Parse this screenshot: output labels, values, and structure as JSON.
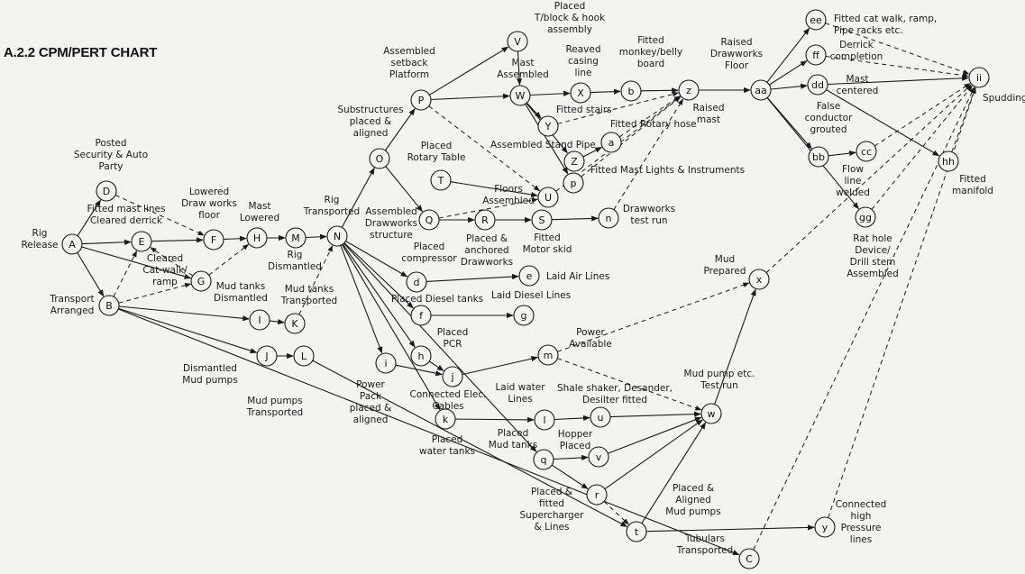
{
  "title": "A.2.2 CPM/PERT CHART",
  "nodes": [
    {
      "id": "A",
      "label": "A"
    },
    {
      "id": "B",
      "label": "B"
    },
    {
      "id": "D",
      "label": "D"
    },
    {
      "id": "E",
      "label": "E"
    },
    {
      "id": "G",
      "label": "G"
    },
    {
      "id": "F",
      "label": "F"
    },
    {
      "id": "H",
      "label": "H"
    },
    {
      "id": "M",
      "label": "M"
    },
    {
      "id": "N",
      "label": "N"
    },
    {
      "id": "I",
      "label": "I"
    },
    {
      "id": "K",
      "label": "K"
    },
    {
      "id": "J",
      "label": "J"
    },
    {
      "id": "L",
      "label": "L"
    },
    {
      "id": "O",
      "label": "O"
    },
    {
      "id": "P",
      "label": "P"
    },
    {
      "id": "V",
      "label": "V"
    },
    {
      "id": "W",
      "label": "W"
    },
    {
      "id": "X",
      "label": "X"
    },
    {
      "id": "Y",
      "label": "Y"
    },
    {
      "id": "Z",
      "label": "Z"
    },
    {
      "id": "b",
      "label": "b"
    },
    {
      "id": "z",
      "label": "z"
    },
    {
      "id": "a",
      "label": "a"
    },
    {
      "id": "p",
      "label": "p"
    },
    {
      "id": "T",
      "label": "T"
    },
    {
      "id": "Q",
      "label": "Q"
    },
    {
      "id": "R",
      "label": "R"
    },
    {
      "id": "S",
      "label": "S"
    },
    {
      "id": "U",
      "label": "U"
    },
    {
      "id": "n",
      "label": "n"
    },
    {
      "id": "d",
      "label": "d"
    },
    {
      "id": "e",
      "label": "e"
    },
    {
      "id": "f",
      "label": "f"
    },
    {
      "id": "g",
      "label": "g"
    },
    {
      "id": "i",
      "label": "i"
    },
    {
      "id": "h",
      "label": "h"
    },
    {
      "id": "j",
      "label": "j"
    },
    {
      "id": "m",
      "label": "m"
    },
    {
      "id": "k",
      "label": "k"
    },
    {
      "id": "l",
      "label": "l"
    },
    {
      "id": "u",
      "label": "u"
    },
    {
      "id": "q",
      "label": "q"
    },
    {
      "id": "v",
      "label": "v"
    },
    {
      "id": "r",
      "label": "r"
    },
    {
      "id": "t",
      "label": "t"
    },
    {
      "id": "w",
      "label": "w"
    },
    {
      "id": "x",
      "label": "x"
    },
    {
      "id": "y",
      "label": "y"
    },
    {
      "id": "C",
      "label": "C"
    },
    {
      "id": "aa",
      "label": "aa"
    },
    {
      "id": "ee",
      "label": "ee"
    },
    {
      "id": "ff",
      "label": "ff"
    },
    {
      "id": "dd",
      "label": "dd"
    },
    {
      "id": "bb",
      "label": "bb"
    },
    {
      "id": "cc",
      "label": "cc"
    },
    {
      "id": "gg",
      "label": "gg"
    },
    {
      "id": "hh",
      "label": "hh"
    },
    {
      "id": "ii",
      "label": "ii"
    }
  ],
  "edges": [
    {
      "from": "A",
      "to": "E",
      "style": "solid"
    },
    {
      "from": "A",
      "to": "D",
      "style": "solid"
    },
    {
      "from": "A",
      "to": "G",
      "style": "solid"
    },
    {
      "from": "A",
      "to": "B",
      "style": "solid"
    },
    {
      "from": "D",
      "to": "F",
      "style": "dashed"
    },
    {
      "from": "E",
      "to": "F",
      "style": "solid"
    },
    {
      "from": "G",
      "to": "E",
      "style": "dashed"
    },
    {
      "from": "B",
      "to": "E",
      "style": "dashed"
    },
    {
      "from": "B",
      "to": "G",
      "style": "dashed"
    },
    {
      "from": "G",
      "to": "H",
      "style": "dashed"
    },
    {
      "from": "F",
      "to": "H",
      "style": "solid"
    },
    {
      "from": "H",
      "to": "M",
      "style": "solid"
    },
    {
      "from": "M",
      "to": "N",
      "style": "solid"
    },
    {
      "from": "B",
      "to": "I",
      "style": "solid"
    },
    {
      "from": "B",
      "to": "J",
      "style": "solid"
    },
    {
      "from": "I",
      "to": "K",
      "style": "solid"
    },
    {
      "from": "J",
      "to": "L",
      "style": "solid"
    },
    {
      "from": "K",
      "to": "N",
      "style": "dashed"
    },
    {
      "from": "N",
      "to": "O",
      "style": "solid"
    },
    {
      "from": "O",
      "to": "P",
      "style": "solid"
    },
    {
      "from": "P",
      "to": "V",
      "style": "solid"
    },
    {
      "from": "P",
      "to": "W",
      "style": "solid"
    },
    {
      "from": "V",
      "to": "W",
      "style": "solid"
    },
    {
      "from": "W",
      "to": "X",
      "style": "solid"
    },
    {
      "from": "X",
      "to": "b",
      "style": "solid"
    },
    {
      "from": "b",
      "to": "z",
      "style": "solid"
    },
    {
      "from": "W",
      "to": "Y",
      "style": "solid"
    },
    {
      "from": "W",
      "to": "Z",
      "style": "solid"
    },
    {
      "from": "W",
      "to": "p",
      "style": "solid"
    },
    {
      "from": "Y",
      "to": "z",
      "style": "dashed"
    },
    {
      "from": "Z",
      "to": "a",
      "style": "solid"
    },
    {
      "from": "a",
      "to": "z",
      "style": "dashed"
    },
    {
      "from": "p",
      "to": "z",
      "style": "dashed"
    },
    {
      "from": "P",
      "to": "U",
      "style": "dashed"
    },
    {
      "from": "U",
      "to": "z",
      "style": "dashed"
    },
    {
      "from": "n",
      "to": "z",
      "style": "dashed"
    },
    {
      "from": "z",
      "to": "aa",
      "style": "solid"
    },
    {
      "from": "O",
      "to": "Q",
      "style": "solid"
    },
    {
      "from": "T",
      "to": "U",
      "style": "solid"
    },
    {
      "from": "Q",
      "to": "R",
      "style": "solid"
    },
    {
      "from": "R",
      "to": "S",
      "style": "solid"
    },
    {
      "from": "S",
      "to": "n",
      "style": "solid"
    },
    {
      "from": "Q",
      "to": "U",
      "style": "dashed"
    },
    {
      "from": "N",
      "to": "d",
      "style": "solid"
    },
    {
      "from": "d",
      "to": "e",
      "style": "solid"
    },
    {
      "from": "N",
      "to": "f",
      "style": "solid"
    },
    {
      "from": "f",
      "to": "g",
      "style": "solid"
    },
    {
      "from": "N",
      "to": "h",
      "style": "solid"
    },
    {
      "from": "h",
      "to": "j",
      "style": "solid"
    },
    {
      "from": "N",
      "to": "i",
      "style": "solid"
    },
    {
      "from": "i",
      "to": "j",
      "style": "solid"
    },
    {
      "from": "j",
      "to": "m",
      "style": "solid"
    },
    {
      "from": "N",
      "to": "k",
      "style": "solid"
    },
    {
      "from": "k",
      "to": "l",
      "style": "solid"
    },
    {
      "from": "N",
      "to": "q",
      "style": "solid"
    },
    {
      "from": "L",
      "to": "t",
      "style": "solid"
    },
    {
      "from": "q",
      "to": "v",
      "style": "solid"
    },
    {
      "from": "q",
      "to": "r",
      "style": "solid"
    },
    {
      "from": "r",
      "to": "t",
      "style": "dashed"
    },
    {
      "from": "l",
      "to": "u",
      "style": "solid"
    },
    {
      "from": "u",
      "to": "w",
      "style": "solid"
    },
    {
      "from": "v",
      "to": "w",
      "style": "solid"
    },
    {
      "from": "r",
      "to": "w",
      "style": "solid"
    },
    {
      "from": "t",
      "to": "w",
      "style": "solid"
    },
    {
      "from": "t",
      "to": "y",
      "style": "solid"
    },
    {
      "from": "w",
      "to": "x",
      "style": "solid"
    },
    {
      "from": "m",
      "to": "w",
      "style": "dashed"
    },
    {
      "from": "m",
      "to": "x",
      "style": "dashed"
    },
    {
      "from": "aa",
      "to": "ee",
      "style": "solid"
    },
    {
      "from": "aa",
      "to": "ff",
      "style": "solid"
    },
    {
      "from": "aa",
      "to": "dd",
      "style": "solid"
    },
    {
      "from": "aa",
      "to": "bb",
      "style": "solid"
    },
    {
      "from": "aa",
      "to": "gg",
      "style": "solid"
    },
    {
      "from": "bb",
      "to": "cc",
      "style": "solid"
    },
    {
      "from": "dd",
      "to": "ii",
      "style": "solid"
    },
    {
      "from": "dd",
      "to": "hh",
      "style": "solid"
    },
    {
      "from": "ee",
      "to": "ii",
      "style": "dashed"
    },
    {
      "from": "ff",
      "to": "ii",
      "style": "dashed"
    },
    {
      "from": "cc",
      "to": "ii",
      "style": "dashed"
    },
    {
      "from": "hh",
      "to": "ii",
      "style": "dashed"
    },
    {
      "from": "gg",
      "to": "ii",
      "style": "dashed"
    },
    {
      "from": "x",
      "to": "ii",
      "style": "dashed"
    },
    {
      "from": "y",
      "to": "ii",
      "style": "dashed"
    },
    {
      "from": "C",
      "to": "ii",
      "style": "dashed"
    },
    {
      "from": "B",
      "to": "C",
      "style": "solid"
    }
  ],
  "labels": [
    {
      "id": "rig-release",
      "lines": [
        "Rig",
        "Release"
      ]
    },
    {
      "id": "transport-arranged",
      "lines": [
        "Transport",
        "Arranged"
      ]
    },
    {
      "id": "posted-security",
      "lines": [
        "Posted",
        "Security & Auto",
        "Party"
      ]
    },
    {
      "id": "fitted-mast-lines",
      "lines": [
        "Fitted mast lines",
        "Cleared derrick"
      ]
    },
    {
      "id": "cleared-cat-walk",
      "lines": [
        "Cleared",
        "Cat-walk/",
        "ramp"
      ]
    },
    {
      "id": "lowered-draw-works",
      "lines": [
        "Lowered",
        "Draw works",
        "floor"
      ]
    },
    {
      "id": "mast-lowered",
      "lines": [
        "Mast",
        "Lowered"
      ]
    },
    {
      "id": "mud-tanks-dismantled",
      "lines": [
        "Mud tanks",
        "Dismantled"
      ]
    },
    {
      "id": "rig-dismantled",
      "lines": [
        "Rig",
        "Dismantled"
      ]
    },
    {
      "id": "mud-tanks-transported",
      "lines": [
        "Mud tanks",
        "Transported"
      ]
    },
    {
      "id": "dismantled-mud-pumps",
      "lines": [
        "Dismantled",
        "Mud pumps"
      ]
    },
    {
      "id": "mud-pumps-transported",
      "lines": [
        "Mud pumps",
        "Transported"
      ]
    },
    {
      "id": "rig-transported",
      "lines": [
        "Rig",
        "Transported"
      ]
    },
    {
      "id": "substructures-placed",
      "lines": [
        "Substructures",
        "placed &",
        "aligned"
      ]
    },
    {
      "id": "assembled-setback",
      "lines": [
        "Assembled",
        "setback",
        "Platform"
      ]
    },
    {
      "id": "placed-rotary-table",
      "lines": [
        "Placed",
        "Rotary Table"
      ]
    },
    {
      "id": "assembled-drawworks",
      "lines": [
        "Assembled",
        "Drawworks",
        "structure"
      ]
    },
    {
      "id": "placed-compressor",
      "lines": [
        "Placed",
        "compressor"
      ]
    },
    {
      "id": "placed-diesel-tanks",
      "lines": [
        "Placed Diesel tanks"
      ]
    },
    {
      "id": "placed-pcr",
      "lines": [
        "Placed",
        "PCR"
      ]
    },
    {
      "id": "power-pack",
      "lines": [
        "Power",
        "Pack",
        "placed &",
        "aligned"
      ]
    },
    {
      "id": "connected-elec-cables",
      "lines": [
        "Connected Elec.",
        "Cables"
      ]
    },
    {
      "id": "placed-water-tanks",
      "lines": [
        "Placed",
        "water tanks"
      ]
    },
    {
      "id": "laid-water-lines",
      "lines": [
        "Laid  water",
        "Lines"
      ]
    },
    {
      "id": "placed-mud-tanks",
      "lines": [
        "Placed",
        "Mud tanks"
      ]
    },
    {
      "id": "placed-fitted-supercharger",
      "lines": [
        "Placed &",
        "fitted",
        "Supercharger",
        "& Lines"
      ]
    },
    {
      "id": "hopper-placed",
      "lines": [
        "Hopper",
        "Placed"
      ]
    },
    {
      "id": "shale-shaker",
      "lines": [
        "Shale shaker, Desander,",
        "Desilter fitted"
      ]
    },
    {
      "id": "placed-aligned-mud-pumps",
      "lines": [
        "Placed &",
        "Aligned",
        "Mud pumps"
      ]
    },
    {
      "id": "tubulars-transported",
      "lines": [
        "Tubulars",
        "Transported"
      ]
    },
    {
      "id": "connected-high-pressure",
      "lines": [
        "Connected",
        "high",
        "Pressure",
        "lines"
      ]
    },
    {
      "id": "mud-pump-test-run",
      "lines": [
        "Mud pump etc.",
        "Test run"
      ]
    },
    {
      "id": "mud-prepared",
      "lines": [
        "Mud",
        "Prepared"
      ]
    },
    {
      "id": "power-available",
      "lines": [
        "Power",
        "Available"
      ]
    },
    {
      "id": "placed-anchored-drawworks",
      "lines": [
        "Placed &",
        "anchored",
        "Drawworks"
      ]
    },
    {
      "id": "fitted-motor-skid",
      "lines": [
        "Fitted",
        "Motor skid"
      ]
    },
    {
      "id": "laid-air-lines",
      "lines": [
        "Laid Air Lines"
      ]
    },
    {
      "id": "laid-diesel-lines",
      "lines": [
        "Laid  Diesel Lines"
      ]
    },
    {
      "id": "floors-assembled",
      "lines": [
        "Floors",
        "Assembled"
      ]
    },
    {
      "id": "drawworks-test-run",
      "lines": [
        "Drawworks",
        "test run"
      ]
    },
    {
      "id": "mast-assembled",
      "lines": [
        "Mast",
        "Assembled"
      ]
    },
    {
      "id": "placed-tblock",
      "lines": [
        "Placed",
        "T/block & hook",
        "assembly"
      ]
    },
    {
      "id": "reaved-casing-line",
      "lines": [
        "Reaved",
        "casing",
        "line"
      ]
    },
    {
      "id": "fitted-monkey-belly",
      "lines": [
        "Fitted",
        "monkey/belly",
        "board"
      ]
    },
    {
      "id": "fitted-stairs",
      "lines": [
        "Fitted stairs"
      ]
    },
    {
      "id": "fitted-rotary-hose",
      "lines": [
        "Fitted Rotary hose"
      ]
    },
    {
      "id": "assembled-stand-pipe",
      "lines": [
        "Assembled Stand Pipe"
      ]
    },
    {
      "id": "fitted-mast-lights",
      "lines": [
        "Fitted Mast Lights & Instruments"
      ]
    },
    {
      "id": "raised-mast",
      "lines": [
        "Raised",
        "mast"
      ]
    },
    {
      "id": "raised-drawworks-floor",
      "lines": [
        "Raised",
        "Drawworks",
        "Floor"
      ]
    },
    {
      "id": "fitted-cat-walk",
      "lines": [
        "Fitted cat walk, ramp,",
        "Pipe racks etc."
      ]
    },
    {
      "id": "derrick-completion",
      "lines": [
        "Derrick",
        "completion"
      ]
    },
    {
      "id": "mast-centered",
      "lines": [
        "Mast",
        "centered"
      ]
    },
    {
      "id": "false-conductor",
      "lines": [
        "False",
        "conductor",
        "grouted"
      ]
    },
    {
      "id": "flow-line-welded",
      "lines": [
        "Flow",
        "line",
        "welded"
      ]
    },
    {
      "id": "fitted-manifold",
      "lines": [
        "Fitted",
        "manifold"
      ]
    },
    {
      "id": "rat-hole-device",
      "lines": [
        "Rat hole",
        "Device/",
        "Drill stem",
        "Assembled"
      ]
    },
    {
      "id": "spudding",
      "lines": [
        "Spudding"
      ]
    }
  ]
}
